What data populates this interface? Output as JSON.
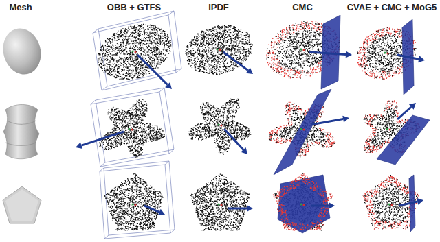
{
  "diagram": {
    "labels": [
      "Mesh",
      "OBB + GTFS",
      "IPDF",
      "CMC",
      "CVAE + CMC + MoG5"
    ]
  }
}
